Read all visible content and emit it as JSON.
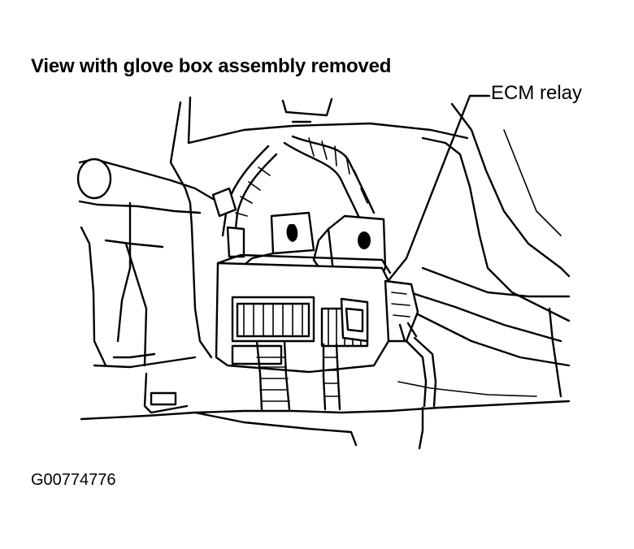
{
  "title": "View with glove box assembly removed",
  "callout_label": "ECM relay",
  "figure_id": "G00774776"
}
